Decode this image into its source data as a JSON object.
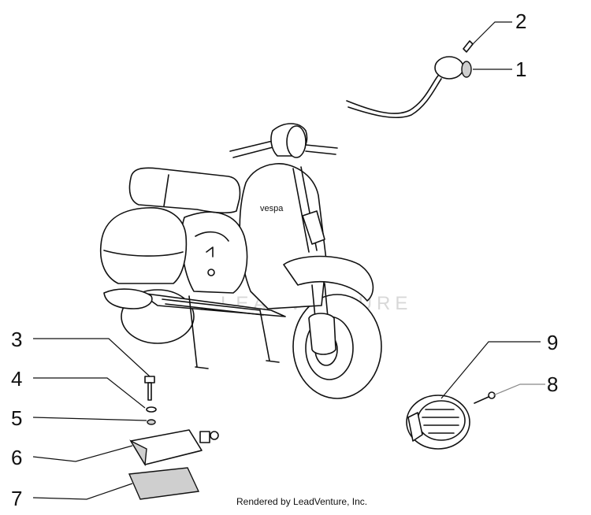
{
  "callouts": [
    {
      "id": "1",
      "label": "1"
    },
    {
      "id": "2",
      "label": "2"
    },
    {
      "id": "3",
      "label": "3"
    },
    {
      "id": "4",
      "label": "4"
    },
    {
      "id": "5",
      "label": "5"
    },
    {
      "id": "6",
      "label": "6"
    },
    {
      "id": "7",
      "label": "7"
    },
    {
      "id": "8",
      "label": "8"
    },
    {
      "id": "9",
      "label": "9"
    }
  ],
  "scooter_badge": "vespa",
  "watermark": "LEADVENTURE",
  "credit": "Rendered by LeadVenture, Inc."
}
